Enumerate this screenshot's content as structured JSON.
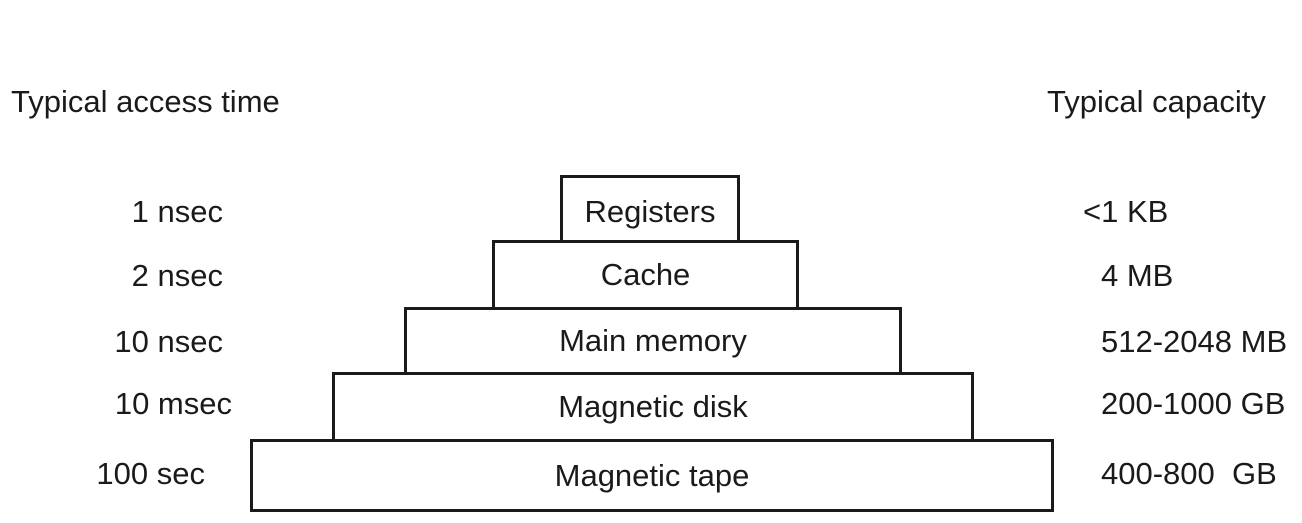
{
  "headers": {
    "access_time": "Typical access time",
    "capacity": "Typical capacity"
  },
  "levels": [
    {
      "label": "Registers",
      "access_time": "1 nsec",
      "capacity": "<1 KB"
    },
    {
      "label": "Cache",
      "access_time": "2 nsec",
      "capacity": "4 MB"
    },
    {
      "label": "Main memory",
      "access_time": "10 nsec",
      "capacity": "512-2048 MB"
    },
    {
      "label": "Magnetic disk",
      "access_time": "10 msec",
      "capacity": "200-1000 GB"
    },
    {
      "label": "Magnetic tape",
      "access_time": "100 sec",
      "capacity": "400-800  GB"
    }
  ]
}
